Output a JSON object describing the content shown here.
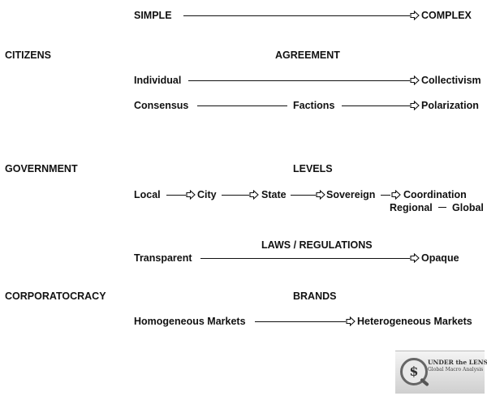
{
  "header": {
    "simple": "SIMPLE",
    "complex": "COMPLEX"
  },
  "citizens": {
    "label": "CITIZENS",
    "heading": "AGREEMENT",
    "row1": {
      "start": "Individual",
      "end": "Collectivism"
    },
    "row2": {
      "start": "Consensus",
      "middle": "Factions",
      "end": "Polarization"
    }
  },
  "government": {
    "label": "GOVERNMENT",
    "heading": "LEVELS",
    "levels": [
      "Local",
      "City",
      "State",
      "Sovereign",
      "Coordination"
    ],
    "coordination_sub": {
      "regional": "Regional",
      "global": "Global"
    },
    "laws_heading": "LAWS / REGULATIONS",
    "laws_row": {
      "start": "Transparent",
      "end": "Opaque"
    }
  },
  "corporatocracy": {
    "label": "CORPORATOCRACY",
    "heading": "BRANDS",
    "row": {
      "start": "Homogeneous Markets",
      "end": "Heterogeneous Markets"
    }
  },
  "logo": {
    "title": "UNDER the LENS",
    "subtitle": "Global Macro Analysis",
    "symbol": "$"
  }
}
